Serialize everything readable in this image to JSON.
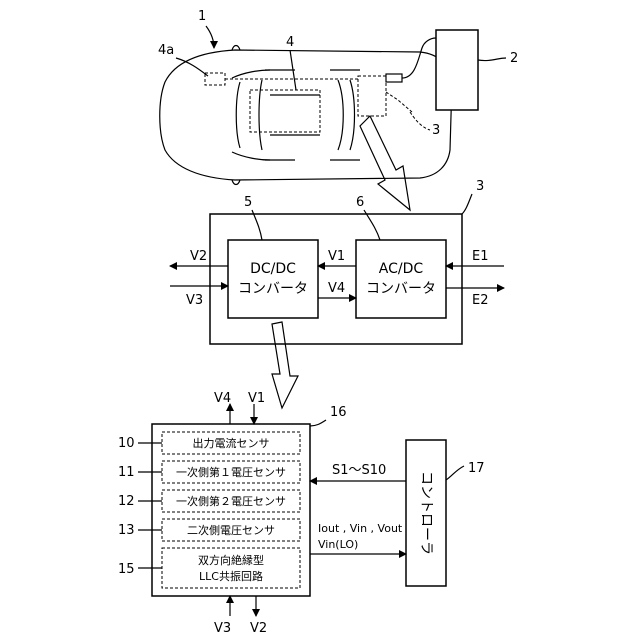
{
  "refs": {
    "r1": "1",
    "r2": "2",
    "r3a": "3",
    "r3b": "3",
    "r4": "4",
    "r4a": "4a",
    "r5": "5",
    "r6": "6",
    "r16": "16",
    "r17": "17",
    "r10": "10",
    "r11": "11",
    "r12": "12",
    "r13": "13",
    "r15": "15"
  },
  "converter": {
    "dcdc_line1": "DC/DC",
    "dcdc_line2": "コンバータ",
    "acdc_line1": "AC/DC",
    "acdc_line2": "コンバータ"
  },
  "signals": {
    "v1": "V1",
    "v2": "V2",
    "v3": "V3",
    "v4": "V4",
    "e1": "E1",
    "e2": "E2",
    "top_v4": "V4",
    "top_v1": "V1",
    "bot_v3": "V3",
    "bot_v2": "V2",
    "s_range": "S1～S10",
    "measure_line1": "Iout , Vin , Vout",
    "measure_line2": "Vin(LO)"
  },
  "modules": {
    "m10": "出力電流センサ",
    "m11": "一次側第１電圧センサ",
    "m12": "一次側第２電圧センサ",
    "m13": "二次側電圧センサ",
    "m15_line1": "双方向絶縁型",
    "m15_line2": "LLC共振回路"
  },
  "controller": {
    "label": "コントローラ"
  }
}
